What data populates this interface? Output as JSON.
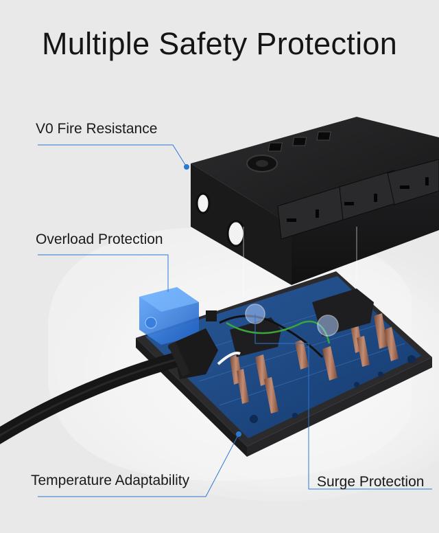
{
  "title": "Multiple Safety Protection",
  "callouts": {
    "fire": "V0 Fire Resistance",
    "overload": "Overload Protection",
    "temperature": "Temperature Adaptability",
    "surge": "Surge Protection"
  },
  "colors": {
    "background": "#e9e9e9",
    "accent_blue": "#2a78d6",
    "device_black": "#1d1d1f",
    "pcb_blue": "#1d4a86"
  }
}
